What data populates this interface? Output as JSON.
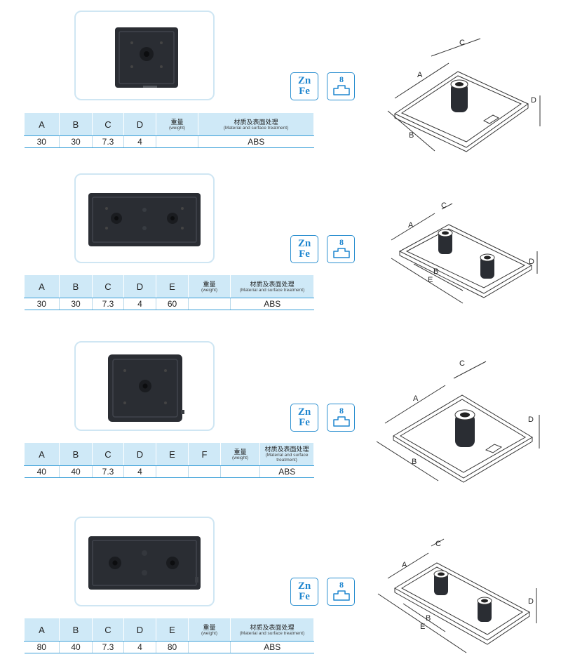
{
  "badges": {
    "zn": "Zn",
    "fe": "Fe",
    "slot_size": "8"
  },
  "products": [
    {
      "headers": [
        "A",
        "B",
        "C",
        "D"
      ],
      "weight_label_cn": "重量",
      "weight_label_en": "(weight)",
      "material_label_cn": "材质及表面处理",
      "material_label_en": "(Material and surface treatment)",
      "values": [
        "30",
        "30",
        "7.3",
        "4"
      ],
      "weight_value": "",
      "material_value": "ABS",
      "diagram_labels": [
        "A",
        "B",
        "C",
        "D"
      ]
    },
    {
      "headers": [
        "A",
        "B",
        "C",
        "D",
        "E"
      ],
      "weight_label_cn": "重量",
      "weight_label_en": "(weight)",
      "material_label_cn": "材质及表面处理",
      "material_label_en": "(Material and surface treatment)",
      "values": [
        "30",
        "30",
        "7.3",
        "4",
        "60"
      ],
      "weight_value": "",
      "material_value": "ABS",
      "diagram_labels": [
        "A",
        "B",
        "C",
        "D",
        "E"
      ]
    },
    {
      "headers": [
        "A",
        "B",
        "C",
        "D",
        "E",
        "F"
      ],
      "weight_label_cn": "重量",
      "weight_label_en": "(weight)",
      "material_label_cn": "材质及表面处理",
      "material_label_en": "(Material and surface treatment)",
      "values": [
        "40",
        "40",
        "7.3",
        "4",
        "",
        ""
      ],
      "weight_value": "",
      "material_value": "ABS",
      "diagram_labels": [
        "A",
        "B",
        "C",
        "D"
      ]
    },
    {
      "headers": [
        "A",
        "B",
        "C",
        "D",
        "E"
      ],
      "weight_label_cn": "重量",
      "weight_label_en": "(weight)",
      "material_label_cn": "材质及表面处理",
      "material_label_en": "(Material and surface treatment)",
      "values": [
        "80",
        "40",
        "7.3",
        "4",
        "80"
      ],
      "weight_value": "",
      "material_value": "ABS",
      "diagram_labels": [
        "A",
        "B",
        "C",
        "D",
        "E"
      ]
    }
  ]
}
